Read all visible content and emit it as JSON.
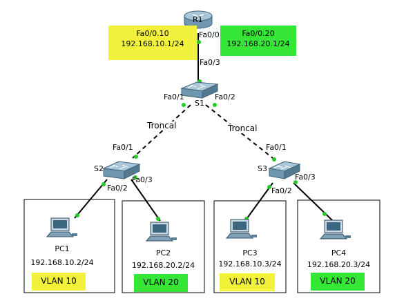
{
  "colors": {
    "yellow": "#f2f23c",
    "green": "#36e636",
    "link": "#000000",
    "port": "#22cc22",
    "device": "#5a8aa3"
  },
  "router": {
    "name": "R1",
    "port_fa00": "Fa0/0",
    "port_fa03": "Fa0/3",
    "subif_10": {
      "name": "Fa0/0.10",
      "ip": "192.168.10.1/24"
    },
    "subif_20": {
      "name": "Fa0/0.20",
      "ip": "192.168.20.1/24"
    }
  },
  "s1": {
    "name": "S1",
    "port_fa01": "Fa0/1",
    "port_fa02": "Fa0/2"
  },
  "trunks": {
    "left": "Troncal",
    "right": "Troncal"
  },
  "s2": {
    "name": "S2",
    "port_fa01": "Fa0/1",
    "port_fa02": "Fa0/2",
    "port_fa03": "Fa0/3"
  },
  "s3": {
    "name": "S3",
    "port_fa01": "Fa0/1",
    "port_fa02": "Fa0/2",
    "port_fa03": "Fa0/3"
  },
  "pcs": [
    {
      "name": "PC1",
      "ip": "192.168.10.2/24",
      "vlan": "VLAN 10"
    },
    {
      "name": "PC2",
      "ip": "192.168.20.2/24",
      "vlan": "VLAN 20"
    },
    {
      "name": "PC3",
      "ip": "192.168.10.3/24",
      "vlan": "VLAN 10"
    },
    {
      "name": "PC4",
      "ip": "192.168.20.3/24",
      "vlan": "VLAN 20"
    }
  ]
}
